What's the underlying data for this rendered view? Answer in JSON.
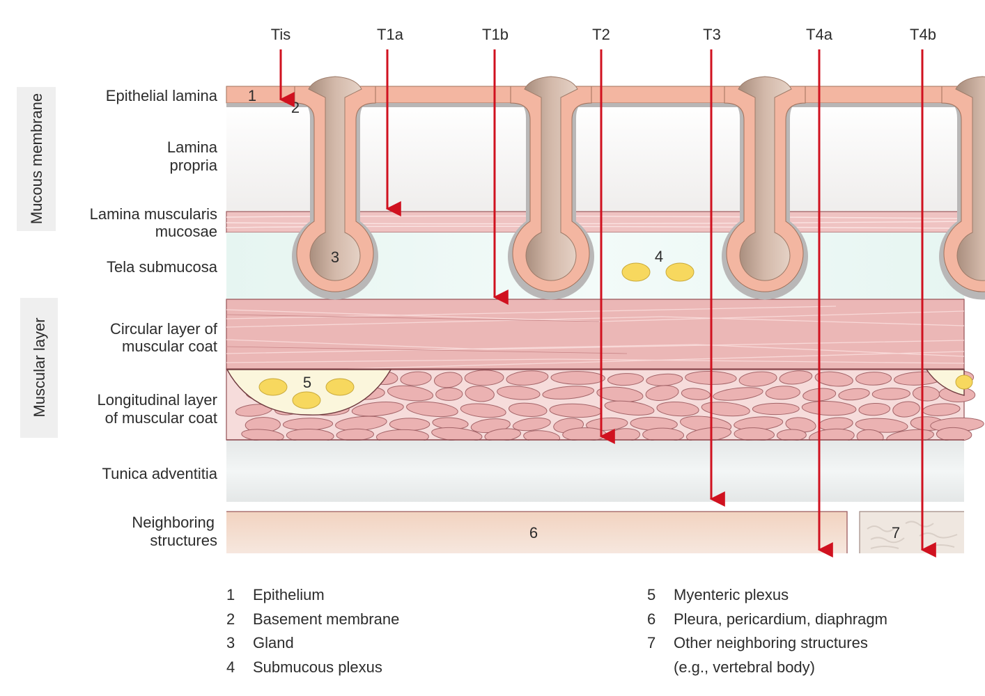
{
  "title": "T staging of esophageal cancer — layers of the esophageal wall",
  "stages": [
    {
      "id": "Tis",
      "label": "Tis",
      "depth_layer": "epithelial-lamina"
    },
    {
      "id": "T1a",
      "label": "T1a",
      "depth_layer": "lamina-propria"
    },
    {
      "id": "T1b",
      "label": "T1b",
      "depth_layer": "tela-submucosa"
    },
    {
      "id": "T2",
      "label": "T2",
      "depth_layer": "longitudinal-muscle"
    },
    {
      "id": "T3",
      "label": "T3",
      "depth_layer": "tunica-adventitia"
    },
    {
      "id": "T4a",
      "label": "T4a",
      "depth_layer": "neighboring-structure-6"
    },
    {
      "id": "T4b",
      "label": "T4b",
      "depth_layer": "neighboring-structure-7"
    }
  ],
  "groups": [
    {
      "label": "Mucous membrane"
    },
    {
      "label": "Muscular layer"
    }
  ],
  "layers": [
    {
      "line1": "Epithelial lamina",
      "line2": ""
    },
    {
      "line1": "Lamina",
      "line2": "propria"
    },
    {
      "line1": "Lamina muscularis",
      "line2": "mucosae"
    },
    {
      "line1": "Tela submucosa",
      "line2": ""
    },
    {
      "line1": "Circular layer of",
      "line2": "muscular coat"
    },
    {
      "line1": "Longitudinal layer",
      "line2": "of muscular coat"
    },
    {
      "line1": "Tunica adventitia",
      "line2": ""
    },
    {
      "line1": "Neighboring",
      "line2": "structures"
    }
  ],
  "markers": [
    "1",
    "2",
    "3",
    "4",
    "5",
    "6",
    "7"
  ],
  "legend": [
    {
      "num": "1",
      "text": "Epithelium"
    },
    {
      "num": "2",
      "text": "Basement membrane"
    },
    {
      "num": "3",
      "text": "Gland"
    },
    {
      "num": "4",
      "text": "Submucous plexus"
    },
    {
      "num": "5",
      "text": "Myenteric plexus"
    },
    {
      "num": "6",
      "text": "Pleura, pericardium, diaphragm"
    },
    {
      "num": "7",
      "text": "Other neighboring structures",
      "cont": "(e.g., vertebral body)"
    }
  ],
  "colors": {
    "arrow": "#d0111f",
    "epithelium": "#f3b49f",
    "gland": "#c9ab9b",
    "lamina_propria": "#f7f5f5",
    "muscle": "#ebb4b4",
    "submucosa": "#eaf7f3",
    "adventitia": "#e9ecec",
    "neighbor6": "#f4dccd",
    "neighbor7": "#efe8e2",
    "plexus": "#f7dc6a",
    "group_bg": "#efefef"
  }
}
